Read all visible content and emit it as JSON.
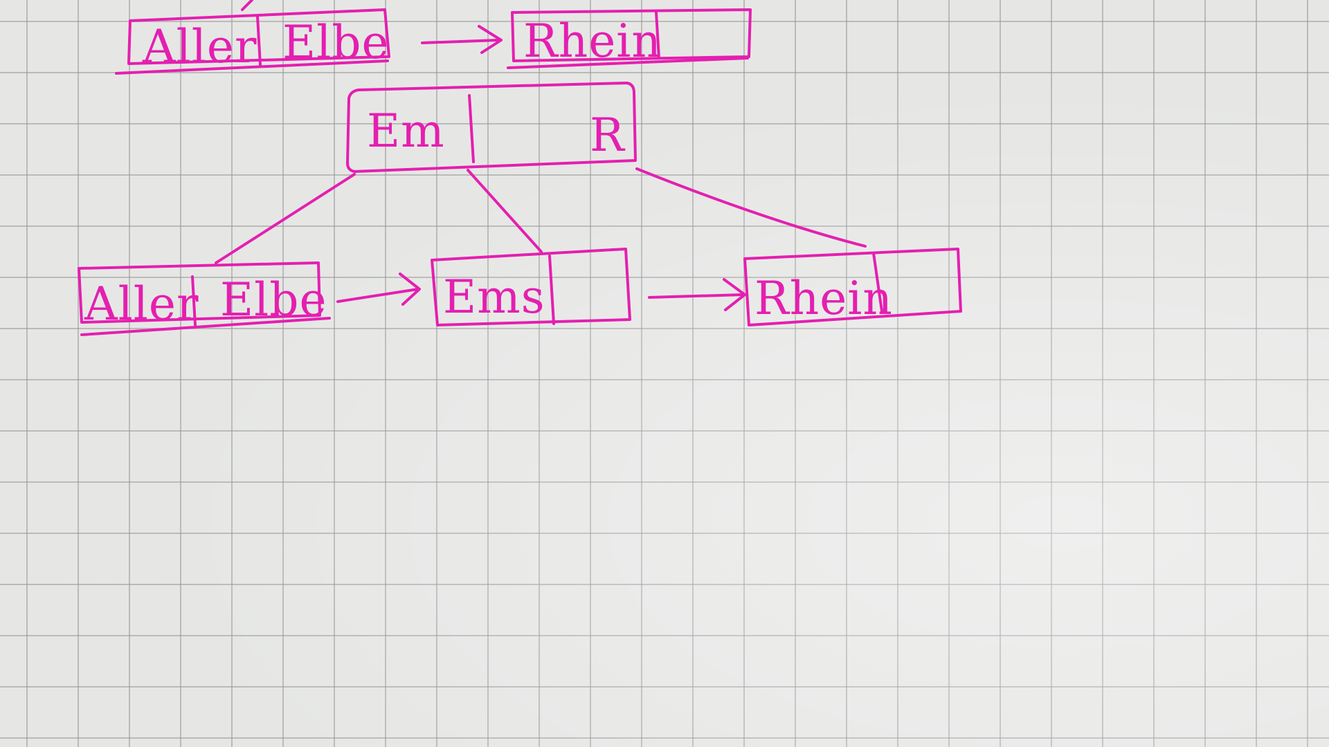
{
  "ink_color": "#e41fb0",
  "paper_color": "#e6e7e5",
  "top_row": {
    "left_node": {
      "keys": [
        "Aller",
        "Elbe"
      ]
    },
    "right_node": {
      "keys": [
        "Rhein"
      ]
    }
  },
  "root_node": {
    "keys": [
      "Em",
      "R"
    ]
  },
  "leaf_nodes": [
    {
      "keys": [
        "Aller",
        "Elbe"
      ]
    },
    {
      "keys": [
        "Ems"
      ]
    },
    {
      "keys": [
        "Rhein"
      ]
    }
  ]
}
